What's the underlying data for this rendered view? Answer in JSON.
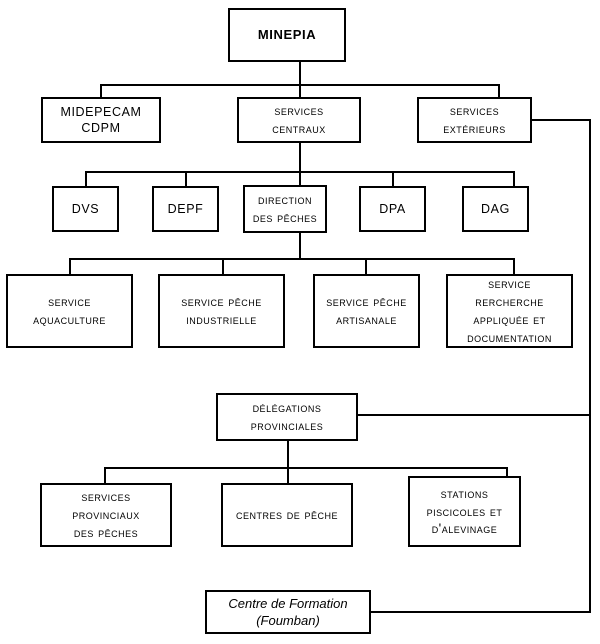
{
  "diagram": {
    "title": "MINEPIA organisational chart",
    "type": "org-chart",
    "stroke_color": "#000000",
    "background_color": "#ffffff"
  },
  "nodes": {
    "minepia": {
      "label": "MINEPIA",
      "style": "bold-caps"
    },
    "midepecam": {
      "line1": "MIDEPECAM",
      "line2": "CDPM",
      "style": "plain-caps"
    },
    "services_centraux": {
      "line1": "Services",
      "line2": "Centraux",
      "style": "small-caps"
    },
    "services_exterieurs": {
      "line1": "Services",
      "line2": "Extérieurs",
      "style": "small-caps"
    },
    "dvs": {
      "label": "DVS",
      "style": "plain-caps"
    },
    "depf": {
      "label": "DEPF",
      "style": "plain-caps"
    },
    "direction_peches": {
      "line1": "Direction",
      "line2": "des Pêches",
      "style": "small-caps"
    },
    "dpa": {
      "label": "DPA",
      "style": "plain-caps"
    },
    "dag": {
      "label": "DAG",
      "style": "plain-caps"
    },
    "service_aquaculture": {
      "line1": "Service",
      "line2": "Aquaculture",
      "style": "small-caps"
    },
    "service_peche_industrielle": {
      "line1": "Service Pêche",
      "line2": "Industrielle",
      "style": "small-caps"
    },
    "service_peche_artisanale": {
      "line1": "Service Pêche",
      "line2": "Artisanale",
      "style": "small-caps"
    },
    "service_recherche": {
      "line1": "Service",
      "line2": "Rercherche",
      "line3": "Appliquée et",
      "line4": "Documentation",
      "style": "small-caps"
    },
    "delegations_provinciales": {
      "line1": "Délégations",
      "line2": "Provinciales",
      "style": "small-caps"
    },
    "services_provinciaux": {
      "line1": "Services",
      "line2": "provinciaux",
      "line3": "des Pêches",
      "style": "small-caps"
    },
    "centres_de_peche": {
      "label": "Centres de pêche",
      "style": "small-caps"
    },
    "stations_piscicoles": {
      "line1": "Stations",
      "line2": "piscicoles et",
      "line3": "d'alevinage",
      "style": "small-caps"
    },
    "centre_formation": {
      "line1": "Centre de Formation",
      "line2": "(Foumban)",
      "style": "italic"
    }
  }
}
